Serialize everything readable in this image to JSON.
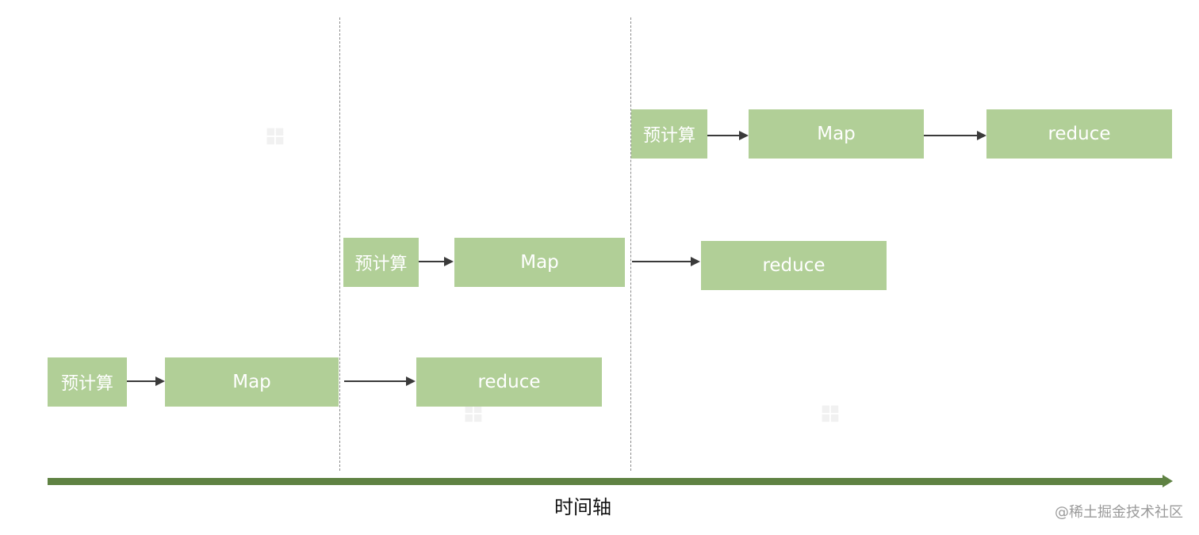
{
  "diagram": {
    "type": "pipeline-timeline",
    "colors": {
      "box_fill": "#b1cf97",
      "box_text": "#ffffff",
      "arrow": "#3a3a3a",
      "axis": "#5f8243",
      "divider": "#8a8a8a"
    },
    "rows": [
      {
        "name": "row-1",
        "stages": [
          {
            "label": "预计算"
          },
          {
            "label": "Map"
          },
          {
            "label": "reduce"
          }
        ]
      },
      {
        "name": "row-2",
        "stages": [
          {
            "label": "预计算"
          },
          {
            "label": "Map"
          },
          {
            "label": "reduce"
          }
        ]
      },
      {
        "name": "row-3",
        "stages": [
          {
            "label": "预计算"
          },
          {
            "label": "Map"
          },
          {
            "label": "reduce"
          }
        ]
      }
    ],
    "axis_label": "时间轴",
    "watermark": "@稀土掘金技术社区"
  }
}
